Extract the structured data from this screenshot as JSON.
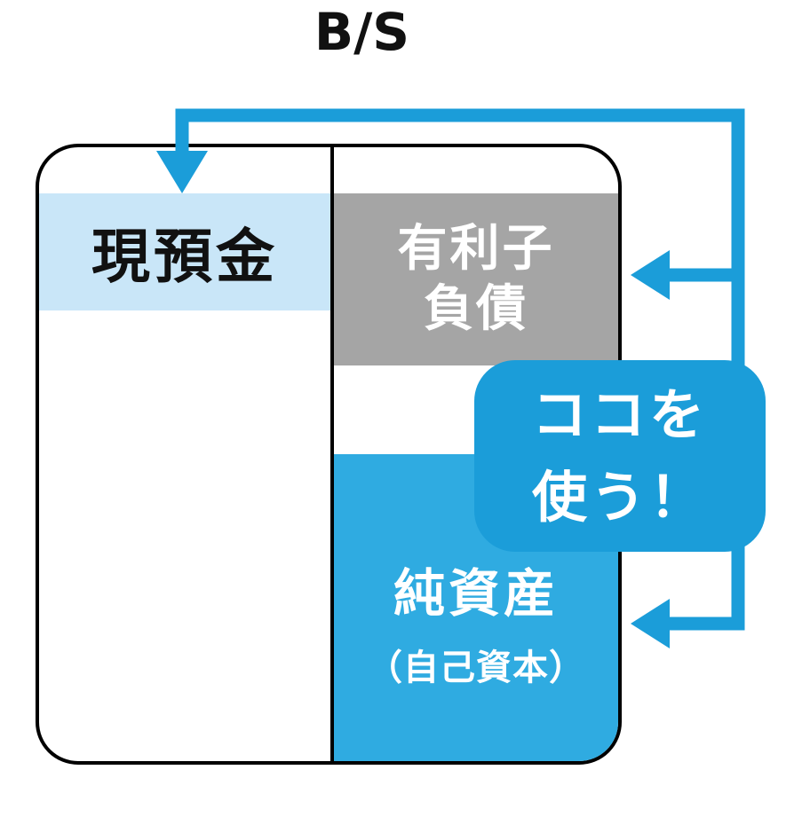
{
  "title": "B/S",
  "balance_sheet": {
    "assets": {
      "cash_label": "現預金"
    },
    "liabilities": {
      "debt_line1": "有利子",
      "debt_line2": "負債"
    },
    "equity": {
      "label": "純資産",
      "sublabel": "（自己資本）"
    }
  },
  "callout": {
    "line1": "ココを",
    "line2": "使う！"
  },
  "colors": {
    "cash_bg": "#c9e6f8",
    "debt_bg": "#a5a5a5",
    "equity_bg": "#2fabe1",
    "arrow_blue": "#1b9dd9",
    "callout_bg": "#1b9dd9",
    "outline": "#000000"
  }
}
